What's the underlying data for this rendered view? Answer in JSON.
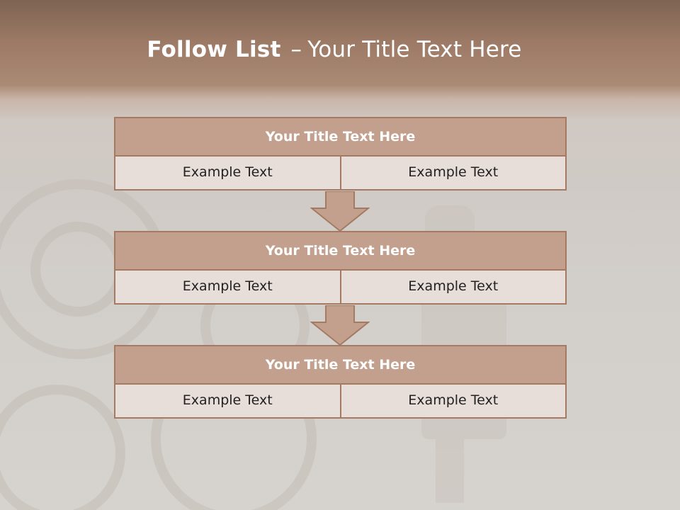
{
  "slide": {
    "title_bold": "Follow List",
    "title_dash": "–",
    "title_rest": "Your Title Text Here"
  },
  "groups": [
    {
      "title": "Your Title Text Here",
      "left": "Example Text",
      "right": "Example Text"
    },
    {
      "title": "Your Title Text Here",
      "left": "Example Text",
      "right": "Example Text"
    },
    {
      "title": "Your Title Text Here",
      "left": "Example Text",
      "right": "Example Text"
    }
  ],
  "colors": {
    "header_fill": "#c3a08d",
    "cell_fill": "#e7ddd9",
    "border": "#a47a63",
    "title_band": "#9c7a66"
  }
}
